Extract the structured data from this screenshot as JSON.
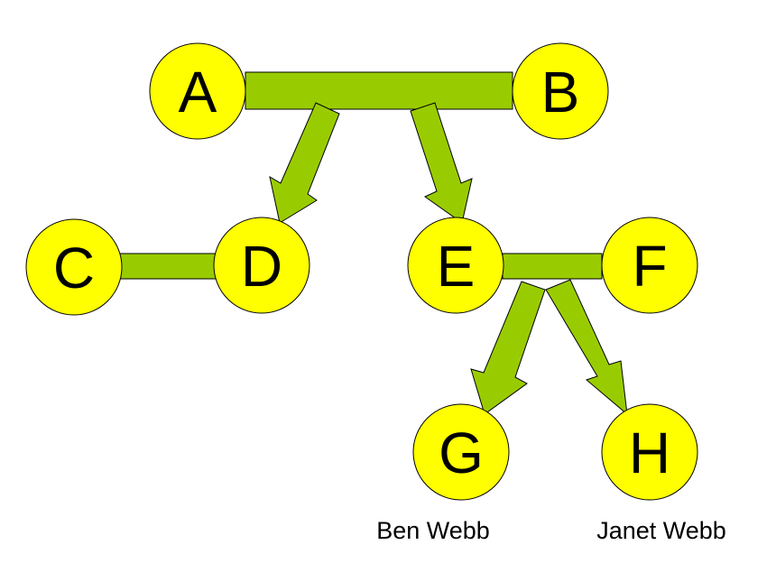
{
  "colors": {
    "node_fill": "#ffff00",
    "link_fill": "#99cc00",
    "outline": "#000000",
    "background": "#ffffff"
  },
  "nodes": {
    "a": "A",
    "b": "B",
    "c": "C",
    "d": "D",
    "e": "E",
    "f": "F",
    "g": "G",
    "h": "H"
  },
  "captions": {
    "g": "Ben Webb",
    "h": "Janet Webb"
  }
}
